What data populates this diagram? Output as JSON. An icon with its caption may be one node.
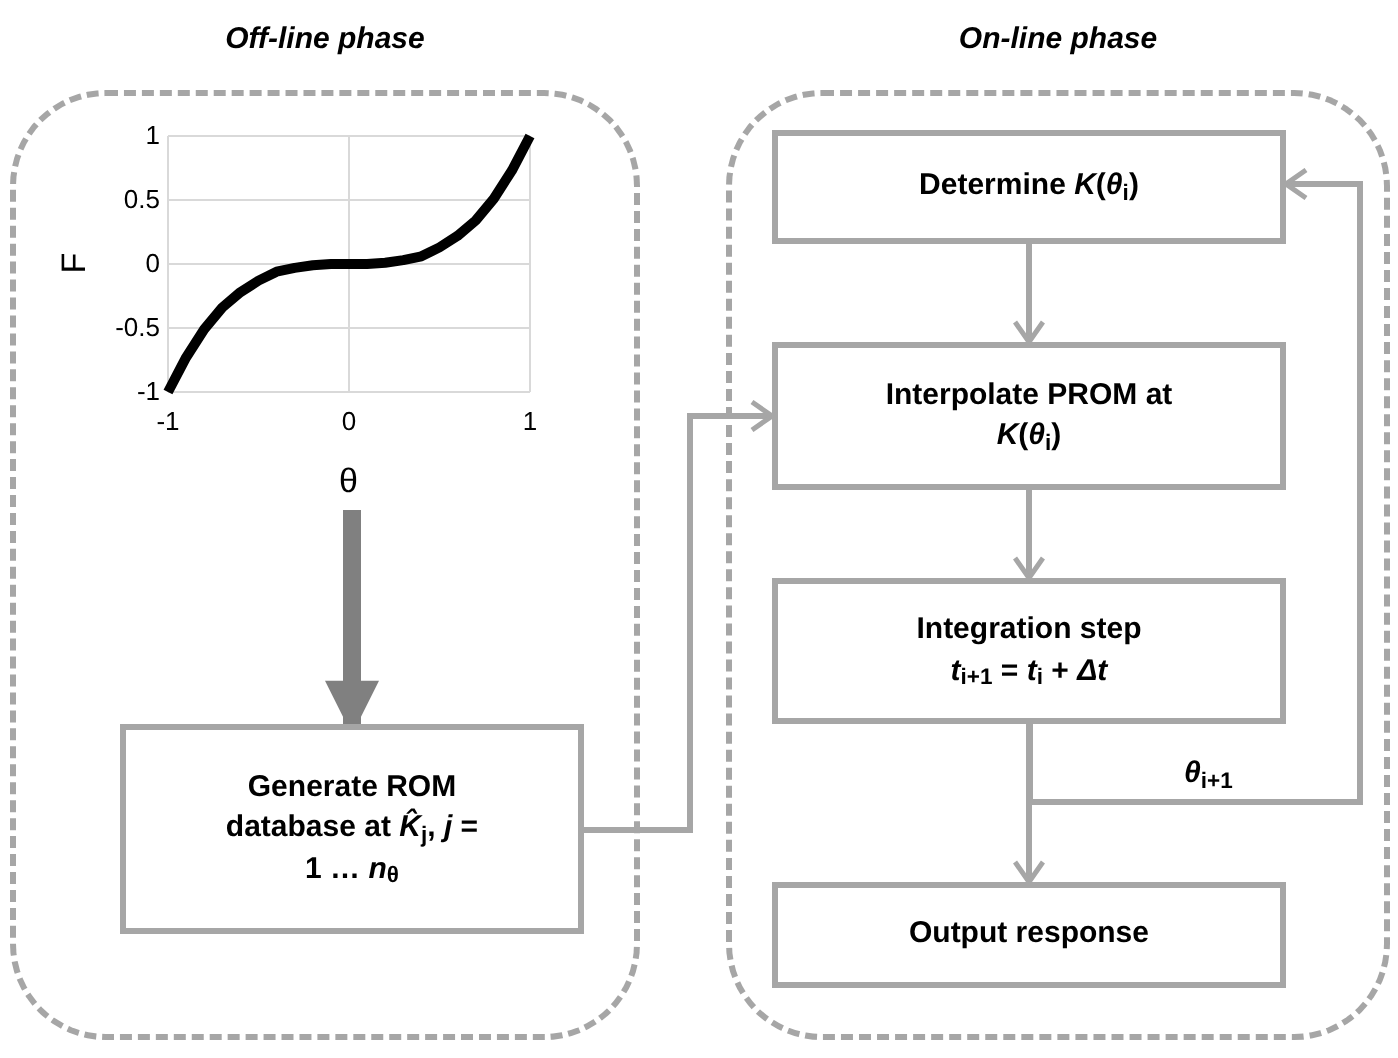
{
  "diagram": {
    "nodes": [
      {
        "text": [
          "Off-line phase"
        ]
      },
      {
        "text": [],
        "shape": "chart",
        "in": 0
      },
      {
        "text": [
          "Generate ROM database at *K̂*$_{j}$, *j* = 1 … *n*$_{θ}$"
        ],
        "in": 0
      },
      {
        "text": [
          "On-line phase"
        ]
      },
      {
        "text": [
          "Determine *K*(*θ*$_{i}$)"
        ],
        "in": 3
      },
      {
        "text": [
          "Interpolate PROM at *K*(*θ*$_{i}$)"
        ],
        "in": 3
      },
      {
        "text": [
          "Integration step",
          "*t*$_{i+1}$ = *t*$_{i}$ + *Δt*"
        ],
        "in": 3
      },
      {
        "text": [
          "Output response"
        ],
        "in": 3
      }
    ],
    "edges": [
      {
        "from": 1,
        "to": 2,
        "arrow": "to",
        "style": "thick",
        "color": "#808080"
      },
      {
        "from": 2,
        "to": 5,
        "arrow": "to"
      },
      {
        "from": 4,
        "to": 5,
        "arrow": "to"
      },
      {
        "from": 5,
        "to": 6,
        "arrow": "to"
      },
      {
        "from": 6,
        "to": 4,
        "arrow": "to",
        "label": "*θ*$_{i+1}$"
      },
      {
        "from": 6,
        "to": 7,
        "arrow": "to"
      }
    ],
    "chart_data": {
      "type": "line",
      "xlabel": "θ",
      "ylabel": "F",
      "x": [
        -1,
        -0.9,
        -0.8,
        -0.7,
        -0.6,
        -0.5,
        -0.4,
        -0.3,
        -0.2,
        -0.1,
        0,
        0.1,
        0.2,
        0.3,
        0.4,
        0.5,
        0.6,
        0.7,
        0.8,
        0.9,
        1
      ],
      "series": [
        {
          "color": "#000000",
          "values": [
            -1,
            -0.73,
            -0.51,
            -0.34,
            -0.22,
            -0.13,
            -0.06,
            -0.03,
            -0.01,
            0,
            0,
            0,
            0.01,
            0.03,
            0.06,
            0.13,
            0.22,
            0.34,
            0.51,
            0.73,
            1
          ]
        }
      ],
      "grid": true,
      "xlim": [
        -1,
        1
      ],
      "ylim": [
        -1,
        1
      ],
      "xticks": [
        -1,
        0,
        1
      ],
      "yticks": [
        -1,
        -0.5,
        0,
        0.5,
        1
      ]
    }
  }
}
